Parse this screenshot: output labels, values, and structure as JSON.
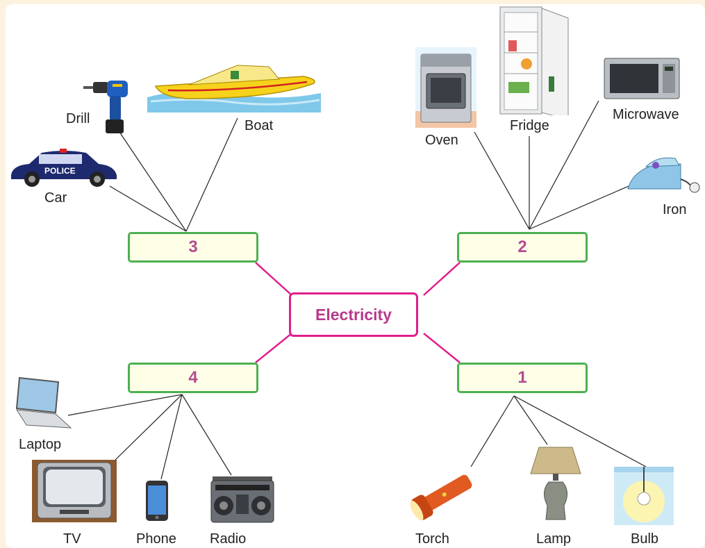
{
  "center_label": "Electricity",
  "boxes": {
    "b1": "1",
    "b2": "2",
    "b3": "3",
    "b4": "4"
  },
  "items": {
    "drill": "Drill",
    "boat": "Boat",
    "car": "Car",
    "oven": "Oven",
    "fridge": "Fridge",
    "microwave": "Microwave",
    "iron": "Iron",
    "laptop": "Laptop",
    "tv": "TV",
    "phone": "Phone",
    "radio": "Radio",
    "torch": "Torch",
    "lamp": "Lamp",
    "bulb": "Bulb"
  },
  "police_text": "POLICE",
  "colors": {
    "box_border": "#4cb050",
    "box_fill": "#ffffe8",
    "number": "#b34b93",
    "center_border": "#e01e8c",
    "connector": "#e01e8c"
  }
}
